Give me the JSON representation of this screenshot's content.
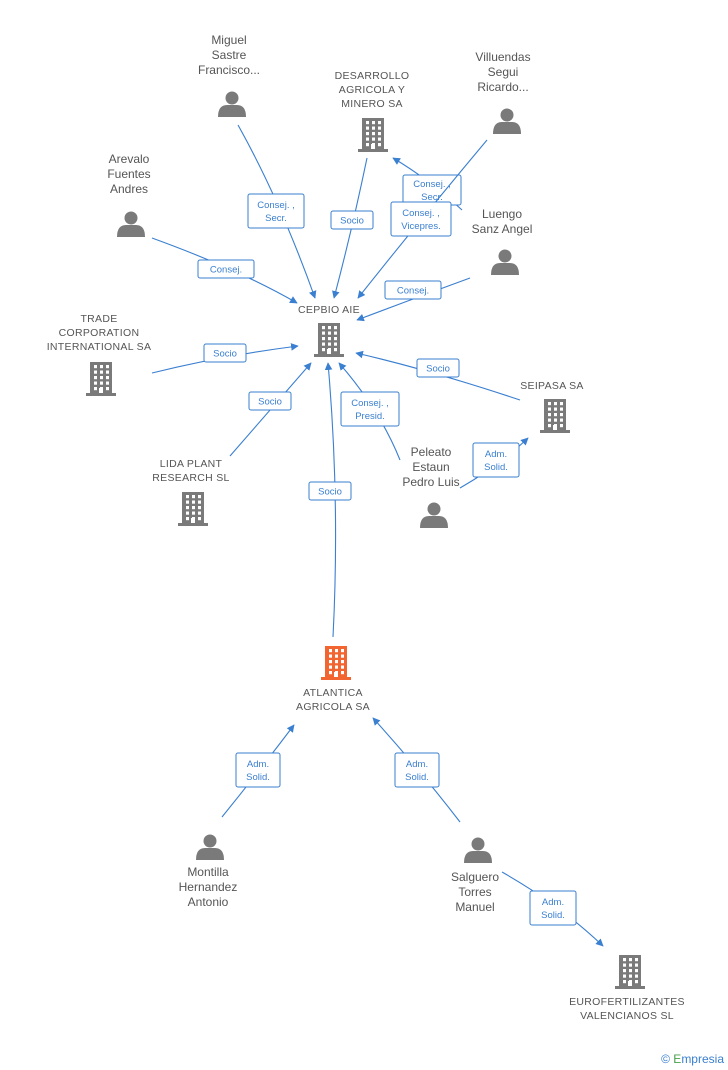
{
  "colors": {
    "edge": "#3a7fd0",
    "node": "#7a7a7a",
    "highlight": "#f26530"
  },
  "nodes": [
    {
      "id": "cepbio",
      "type": "company",
      "label": [
        "CEPBIO AIE"
      ]
    },
    {
      "id": "atlantica",
      "type": "company",
      "highlight": true,
      "label": [
        "ATLANTICA",
        "AGRICOLA SA"
      ]
    },
    {
      "id": "desarrollo",
      "type": "company",
      "label": [
        "DESARROLLO",
        "AGRICOLA Y",
        "MINERO SA"
      ]
    },
    {
      "id": "trade",
      "type": "company",
      "label": [
        "TRADE",
        "CORPORATION",
        "INTERNATIONAL SA"
      ]
    },
    {
      "id": "lida",
      "type": "company",
      "label": [
        "LIDA PLANT",
        "RESEARCH  SL"
      ]
    },
    {
      "id": "seipasa",
      "type": "company",
      "label": [
        "SEIPASA SA"
      ]
    },
    {
      "id": "eurofert",
      "type": "company",
      "label": [
        "EUROFERTILIZANTES",
        "VALENCIANOS SL"
      ]
    },
    {
      "id": "miguel",
      "type": "person",
      "label": [
        "Miguel",
        "Sastre",
        "Francisco..."
      ]
    },
    {
      "id": "villuendas",
      "type": "person",
      "label": [
        "Villuendas",
        "Segui",
        "Ricardo..."
      ]
    },
    {
      "id": "arevalo",
      "type": "person",
      "label": [
        "Arevalo",
        "Fuentes",
        "Andres"
      ]
    },
    {
      "id": "luengo",
      "type": "person",
      "label": [
        "Luengo",
        "Sanz Angel"
      ]
    },
    {
      "id": "peleato",
      "type": "person",
      "label": [
        "Peleato",
        "Estaun",
        "Pedro Luis"
      ]
    },
    {
      "id": "montilla",
      "type": "person",
      "label": [
        "Montilla",
        "Hernandez",
        "Antonio"
      ]
    },
    {
      "id": "salguero",
      "type": "person",
      "label": [
        "Salguero",
        "Torres",
        "Manuel"
      ]
    }
  ],
  "edges": [
    {
      "id": "e1",
      "label": [
        "Consej. ,",
        "Secr."
      ]
    },
    {
      "id": "e2",
      "label": [
        "Socio"
      ]
    },
    {
      "id": "e3",
      "label": [
        "Consej. ,",
        "Secr."
      ]
    },
    {
      "id": "e4",
      "label": [
        "Consej. ,",
        "Vicepres."
      ]
    },
    {
      "id": "e5",
      "label": [
        "Consej."
      ]
    },
    {
      "id": "e6",
      "label": [
        "Consej."
      ]
    },
    {
      "id": "e7",
      "label": [
        "Socio"
      ]
    },
    {
      "id": "e8",
      "label": [
        "Socio"
      ]
    },
    {
      "id": "e9",
      "label": [
        "Consej. ,",
        "Presid."
      ]
    },
    {
      "id": "e10",
      "label": [
        "Socio"
      ]
    },
    {
      "id": "e11",
      "label": [
        "Adm.",
        "Solid."
      ]
    },
    {
      "id": "e12",
      "label": [
        "Socio"
      ]
    },
    {
      "id": "e13",
      "label": [
        "Adm.",
        "Solid."
      ]
    },
    {
      "id": "e14",
      "label": [
        "Adm.",
        "Solid."
      ]
    },
    {
      "id": "e15",
      "label": [
        "Adm.",
        "Solid."
      ]
    }
  ],
  "footer": {
    "copyright": "©",
    "brand_initial": "E",
    "brand_rest": "mpresia"
  }
}
